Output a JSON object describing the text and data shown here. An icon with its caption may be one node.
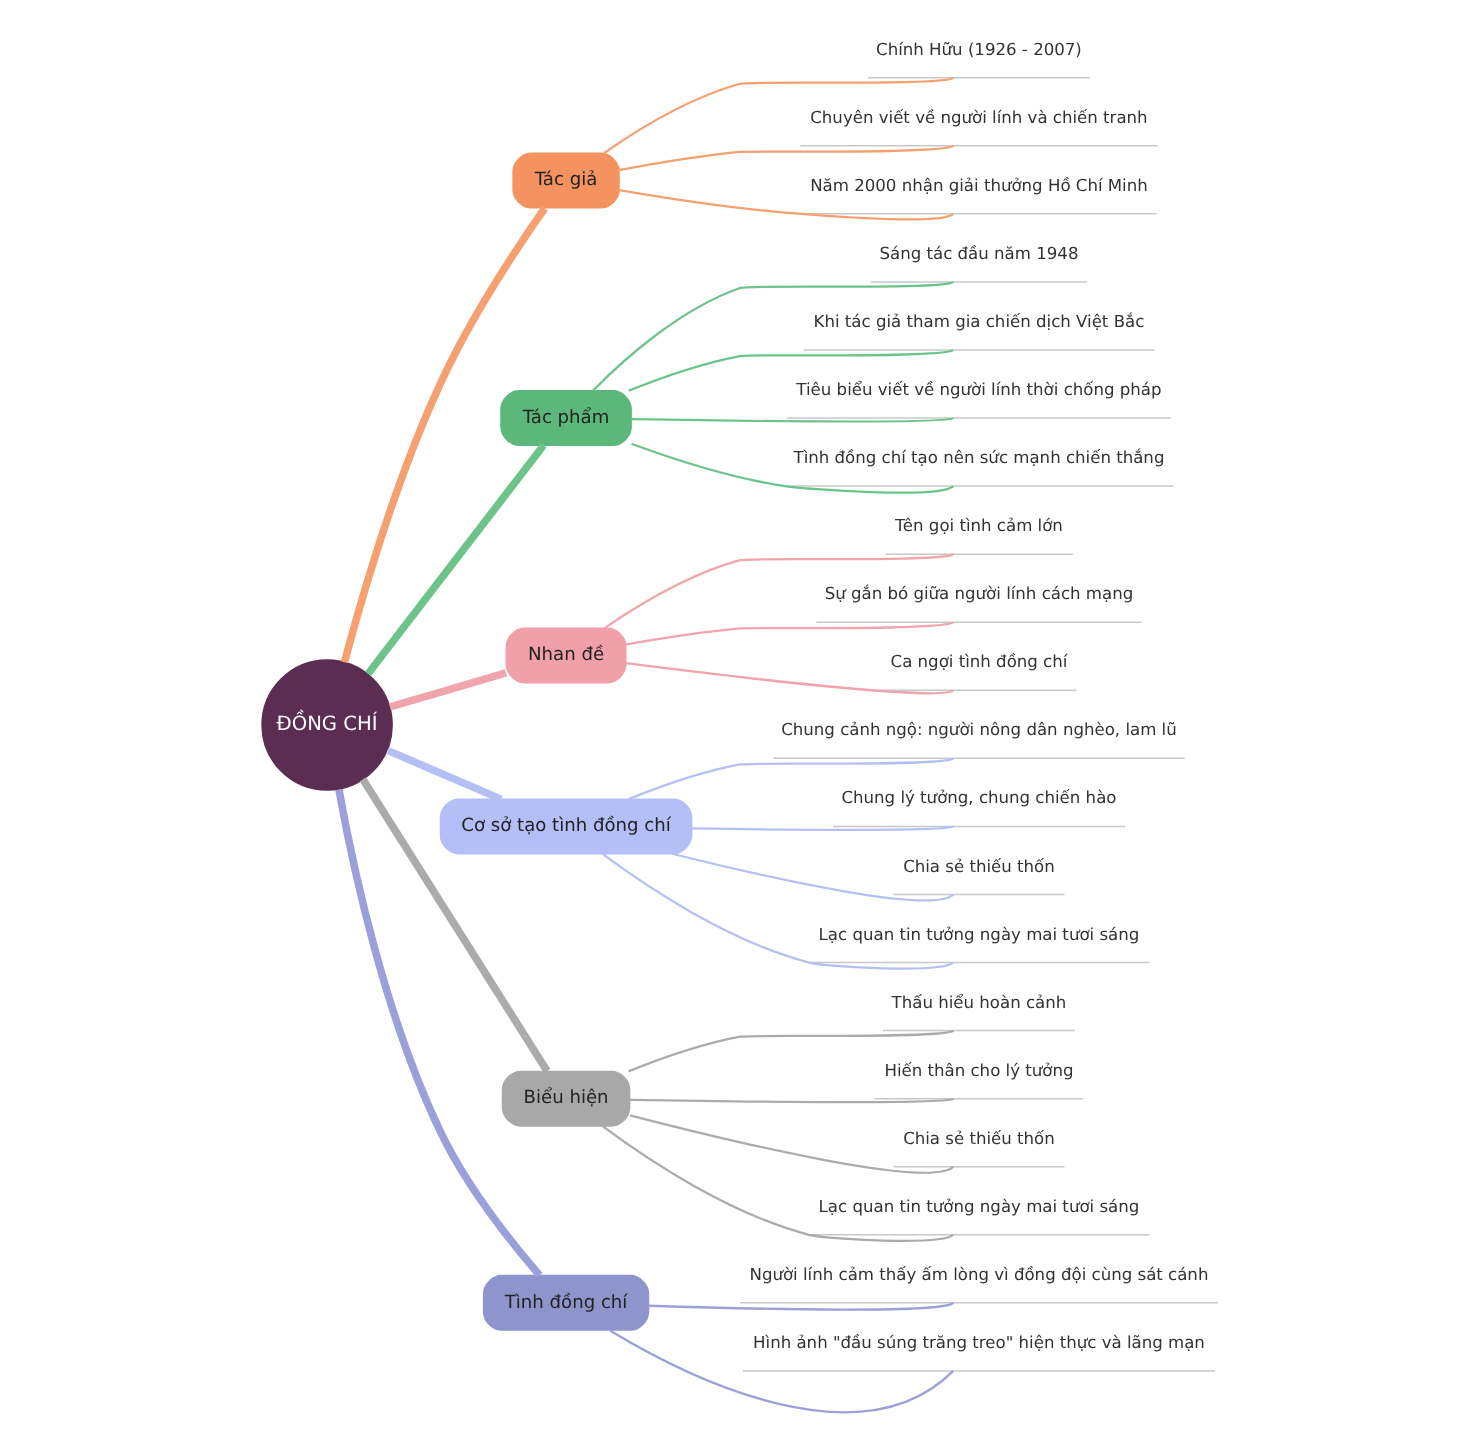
{
  "diagram": {
    "nodes": [
      {
        "text": [
          "ĐỒNG CHÍ"
        ]
      },
      {
        "text": [
          "Tác giả"
        ]
      },
      {
        "text": [
          "Chính Hữu (1926 - 2007)"
        ]
      },
      {
        "text": [
          "Chuyên viết về người lính và chiến tranh"
        ]
      },
      {
        "text": [
          "Năm 2000 nhận giải thưởng Hồ Chí Minh"
        ]
      },
      {
        "text": [
          "Tác phẩm"
        ]
      },
      {
        "text": [
          "Sáng tác đầu năm 1948"
        ]
      },
      {
        "text": [
          "Khi tác giả tham gia chiến dịch Việt Bắc"
        ]
      },
      {
        "text": [
          "Tiêu biểu viết về người lính thời chống pháp"
        ]
      },
      {
        "text": [
          "Tình đồng chí tạo nên sức mạnh chiến thắng"
        ]
      },
      {
        "text": [
          "Nhan đề"
        ]
      },
      {
        "text": [
          "Tên gọi tình cảm lớn"
        ]
      },
      {
        "text": [
          "Sự gắn bó giữa người lính cách mạng"
        ]
      },
      {
        "text": [
          "Ca ngợi tình đồng chí"
        ]
      },
      {
        "text": [
          "Cơ sở tạo tình đồng chí"
        ]
      },
      {
        "text": [
          "Chung cảnh ngộ: người nông dân nghèo, lam lũ"
        ]
      },
      {
        "text": [
          "Chung lý tưởng, chung chiến hào"
        ]
      },
      {
        "text": [
          "Chia sẻ thiếu thốn"
        ]
      },
      {
        "text": [
          "Lạc quan tin tưởng ngày mai tươi sáng"
        ]
      },
      {
        "text": [
          "Biểu hiện"
        ]
      },
      {
        "text": [
          "Thấu hiểu hoàn cảnh"
        ]
      },
      {
        "text": [
          "Hiến thân cho lý tưởng"
        ]
      },
      {
        "text": [
          "Chia sẻ thiếu thốn"
        ]
      },
      {
        "text": [
          "Lạc quan tin tưởng ngày mai tươi sáng"
        ]
      },
      {
        "text": [
          "Tình đồng chí"
        ]
      },
      {
        "text": [
          "Người lính cảm thấy ấm lòng vì đồng đội cùng sát cánh"
        ]
      },
      {
        "text": [
          "Hình ảnh \"đầu súng trăng treo\" hiện thực và lãng mạn"
        ]
      }
    ],
    "edges": [
      {
        "from": 0,
        "to": 1,
        "arrow": "none",
        "style": "thick",
        "color": "#f4a070"
      },
      {
        "from": 1,
        "to": 2,
        "arrow": "none",
        "color": "#f4a070"
      },
      {
        "from": 1,
        "to": 3,
        "arrow": "none",
        "color": "#f4a070"
      },
      {
        "from": 1,
        "to": 4,
        "arrow": "none",
        "color": "#f4a070"
      },
      {
        "from": 0,
        "to": 5,
        "arrow": "none",
        "style": "thick",
        "color": "#6cc48a"
      },
      {
        "from": 5,
        "to": 6,
        "arrow": "none",
        "color": "#6cc48a"
      },
      {
        "from": 5,
        "to": 7,
        "arrow": "none",
        "color": "#6cc48a"
      },
      {
        "from": 5,
        "to": 8,
        "arrow": "none",
        "color": "#6cc48a"
      },
      {
        "from": 5,
        "to": 9,
        "arrow": "none",
        "color": "#6cc48a"
      },
      {
        "from": 0,
        "to": 10,
        "arrow": "none",
        "style": "thick",
        "color": "#f0a4ac"
      },
      {
        "from": 10,
        "to": 11,
        "arrow": "none",
        "color": "#f0a4ac"
      },
      {
        "from": 10,
        "to": 12,
        "arrow": "none",
        "color": "#f0a4ac"
      },
      {
        "from": 10,
        "to": 13,
        "arrow": "none",
        "color": "#f0a4ac"
      },
      {
        "from": 0,
        "to": 14,
        "arrow": "none",
        "style": "thick",
        "color": "#b4c0f4"
      },
      {
        "from": 14,
        "to": 15,
        "arrow": "none",
        "color": "#b4c0f4"
      },
      {
        "from": 14,
        "to": 16,
        "arrow": "none",
        "color": "#b4c0f4"
      },
      {
        "from": 14,
        "to": 17,
        "arrow": "none",
        "color": "#b4c0f4"
      },
      {
        "from": 14,
        "to": 18,
        "arrow": "none",
        "color": "#b4c0f4"
      },
      {
        "from": 0,
        "to": 19,
        "arrow": "none",
        "style": "thick",
        "color": "#ababab"
      },
      {
        "from": 19,
        "to": 20,
        "arrow": "none",
        "color": "#ababab"
      },
      {
        "from": 19,
        "to": 21,
        "arrow": "none",
        "color": "#ababab"
      },
      {
        "from": 19,
        "to": 22,
        "arrow": "none",
        "color": "#ababab"
      },
      {
        "from": 19,
        "to": 23,
        "arrow": "none",
        "color": "#ababab"
      },
      {
        "from": 0,
        "to": 24,
        "arrow": "none",
        "style": "thick",
        "color": "#9aa0d8"
      },
      {
        "from": 24,
        "to": 25,
        "arrow": "none",
        "color": "#9aa0d8"
      },
      {
        "from": 24,
        "to": 26,
        "arrow": "none",
        "color": "#9aa0d8"
      }
    ]
  }
}
